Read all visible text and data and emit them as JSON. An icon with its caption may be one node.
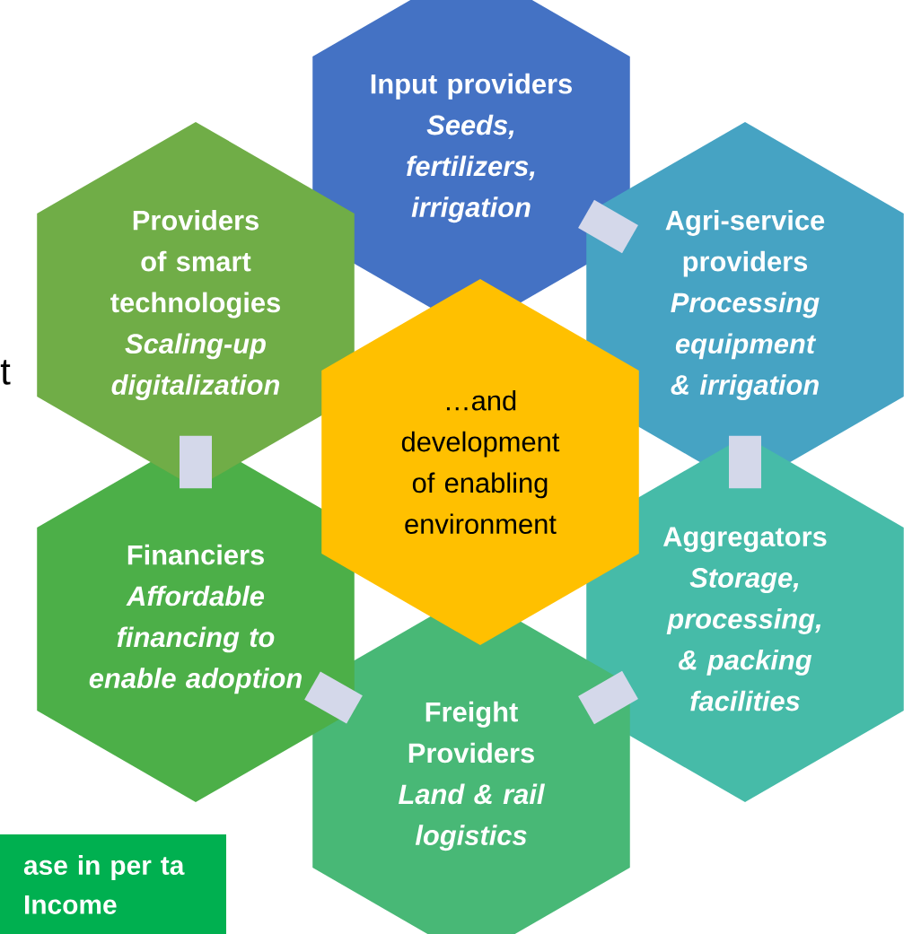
{
  "diagram": {
    "nodes": [
      {
        "text": [
          "Input providers",
          "Seeds, fertilizers, irrigation"
        ]
      },
      {
        "text": [
          "Agri-service providers",
          "Processing equipment & irrigation"
        ]
      },
      {
        "text": [
          "Aggregators",
          "Storage, processing, & packing facilities"
        ]
      },
      {
        "text": [
          "Freight Providers",
          "Land & rail logistics"
        ]
      },
      {
        "text": [
          "Financiers",
          "Affordable financing to enable adoption"
        ]
      },
      {
        "text": [
          "Providers of smart technologies",
          "Scaling-up digitalization"
        ]
      },
      {
        "text": [
          "…and development of enabling environment"
        ]
      },
      {
        "text": [
          "ase in per ta Income"
        ]
      }
    ],
    "edges": [
      {
        "from": 0,
        "to": 1,
        "arrow": "none"
      },
      {
        "from": 1,
        "to": 2,
        "arrow": "none"
      },
      {
        "from": 2,
        "to": 3,
        "arrow": "none"
      },
      {
        "from": 3,
        "to": 4,
        "arrow": "none"
      },
      {
        "from": 4,
        "to": 5,
        "arrow": "none"
      }
    ],
    "labels": [
      "t"
    ]
  }
}
